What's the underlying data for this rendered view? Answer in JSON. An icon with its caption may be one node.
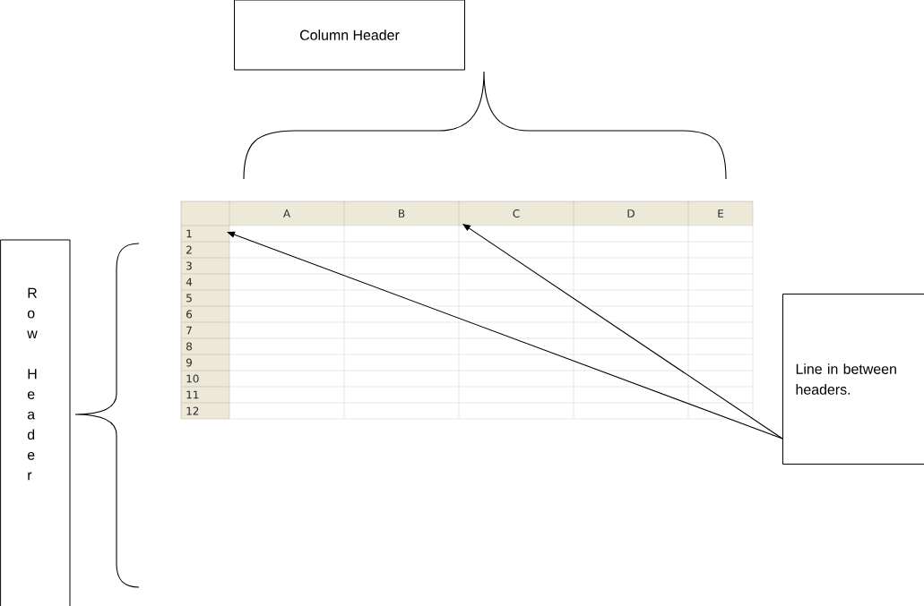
{
  "diagram": {
    "nodes": [
      {
        "text": [
          "Column Header"
        ]
      },
      {
        "text": [
          "Row Header"
        ]
      },
      {
        "text": [
          "Line in between headers."
        ]
      }
    ],
    "edges": [
      {
        "from": 2,
        "to": null,
        "arrow": "to"
      },
      {
        "from": 2,
        "to": null,
        "arrow": "to"
      }
    ],
    "labels": [
      "A",
      "B",
      "C",
      "D",
      "E",
      "1",
      "2",
      "3",
      "4",
      "5",
      "6",
      "7",
      "8",
      "9",
      "10",
      "11",
      "12"
    ]
  }
}
